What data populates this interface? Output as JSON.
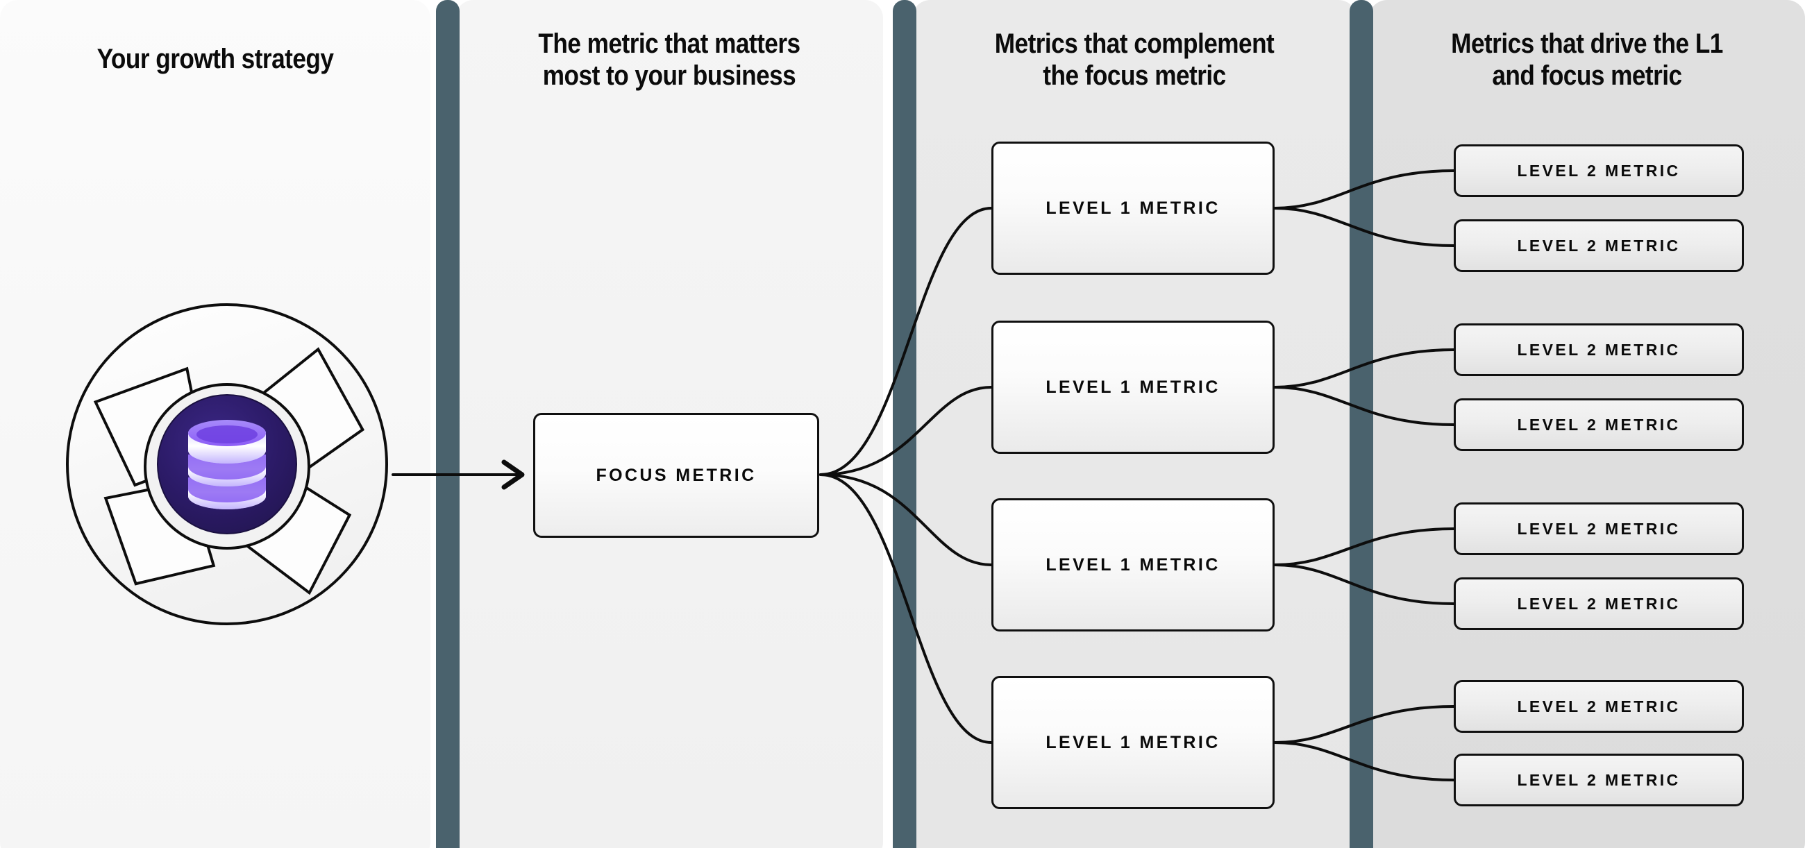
{
  "diagram": {
    "title_font_color": "#0b0b0b",
    "divider_color": "#4a626d",
    "accent_purple": "#6d28d9",
    "accent_purple_light": "#c4b5fd",
    "core_dark": "#2a1a63"
  },
  "columns": [
    {
      "id": "col-strategy",
      "title": "Your growth strategy"
    },
    {
      "id": "col-focus",
      "title": "The metric that matters\nmost to your business"
    },
    {
      "id": "col-level1",
      "title": "Metrics that complement\nthe focus metric"
    },
    {
      "id": "col-level2",
      "title": "Metrics that drive the L1\nand focus metric"
    }
  ],
  "strategy": {
    "icon_name": "database-icon",
    "graphic_name": "growth-strategy-pinwheel"
  },
  "focus_node": {
    "label": "FOCUS METRIC"
  },
  "level1_nodes": [
    {
      "label": "LEVEL 1 METRIC"
    },
    {
      "label": "LEVEL 1 METRIC"
    },
    {
      "label": "LEVEL 1 METRIC"
    },
    {
      "label": "LEVEL 1 METRIC"
    }
  ],
  "level2_nodes": [
    {
      "label": "LEVEL 2 METRIC"
    },
    {
      "label": "LEVEL 2 METRIC"
    },
    {
      "label": "LEVEL 2 METRIC"
    },
    {
      "label": "LEVEL 2 METRIC"
    },
    {
      "label": "LEVEL 2 METRIC"
    },
    {
      "label": "LEVEL 2 METRIC"
    },
    {
      "label": "LEVEL 2 METRIC"
    },
    {
      "label": "LEVEL 2 METRIC"
    }
  ]
}
